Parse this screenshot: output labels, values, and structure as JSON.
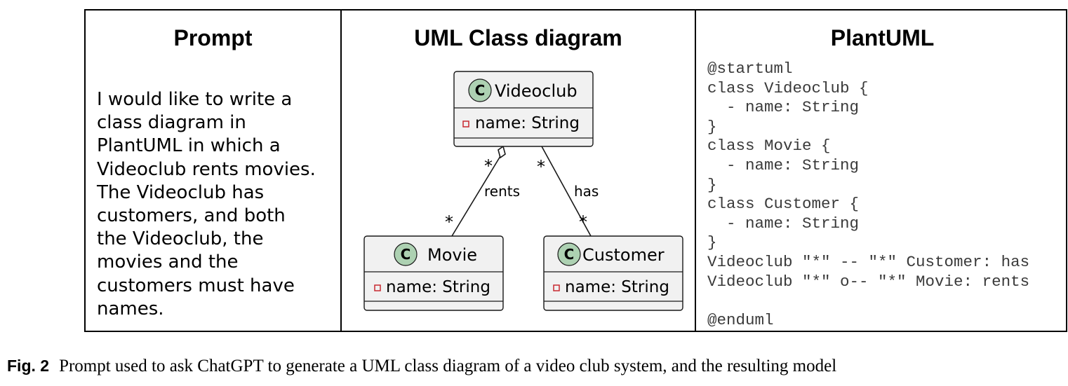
{
  "columns": {
    "prompt": {
      "title": "Prompt",
      "text": "I would like to write a\nclass diagram in\nPlantUML in which a\nVideoclub rents movies.\nThe Videoclub has\ncustomers, and both\nthe Videoclub, the\nmovies and the\ncustomers must have\nnames."
    },
    "uml": {
      "title": "UML Class diagram",
      "classes": [
        {
          "name": "Videoclub",
          "stereotype": "C",
          "attribute": "name: String"
        },
        {
          "name": "Movie",
          "stereotype": "C",
          "attribute": "name: String"
        },
        {
          "name": "Customer",
          "stereotype": "C",
          "attribute": "name: String"
        }
      ],
      "associations": [
        {
          "label": "rents",
          "source_mult": "*",
          "target_mult": "*",
          "kind": "aggregation"
        },
        {
          "label": "has",
          "source_mult": "*",
          "target_mult": "*",
          "kind": "association"
        }
      ],
      "colors": {
        "class_fill": "#f1f1f1",
        "class_stroke": "#181818",
        "circle_fill": "#add1b2",
        "private_marker": "#c82930"
      }
    },
    "plantuml": {
      "title": "PlantUML",
      "code": "@startuml\nclass Videoclub {\n  - name: String\n}\nclass Movie {\n  - name: String\n}\nclass Customer {\n  - name: String\n}\nVideoclub \"*\" -- \"*\" Customer: has\nVideoclub \"*\" o-- \"*\" Movie: rents\n\n@enduml"
    }
  },
  "caption": {
    "label": "Fig. 2",
    "text": "Prompt used to ask ChatGPT to generate a UML class diagram of a video club system, and the resulting model"
  }
}
